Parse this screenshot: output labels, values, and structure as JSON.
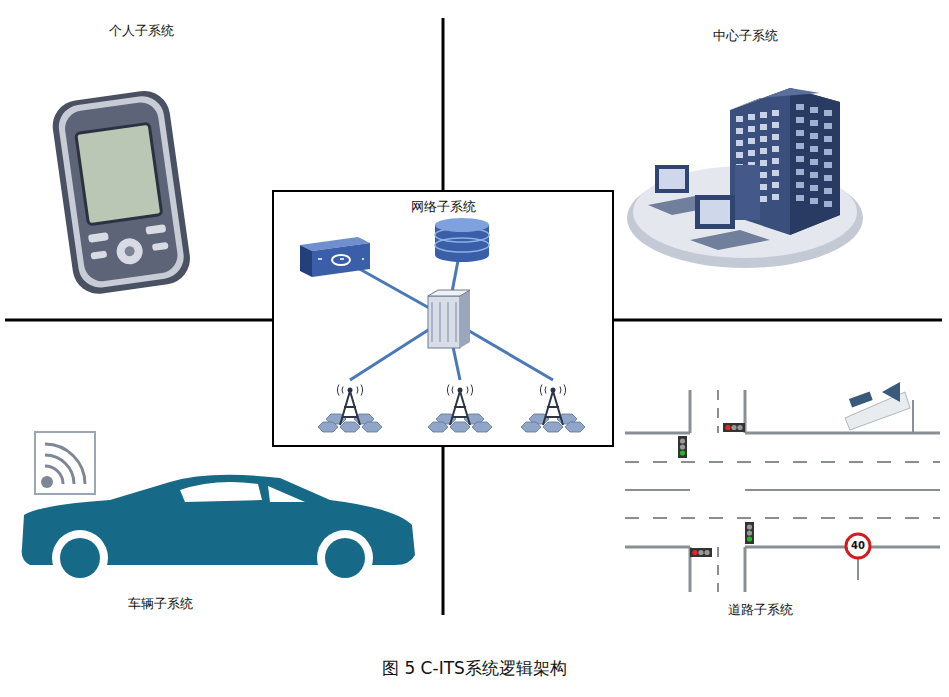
{
  "diagram": {
    "caption": "图 5 C-ITS系统逻辑架构",
    "nodes": [
      {
        "text": [
          "网络子系统"
        ]
      }
    ],
    "labels": [
      "个人子系统",
      "中心子系统",
      "车辆子系统",
      "道路子系统",
      "40"
    ]
  }
}
